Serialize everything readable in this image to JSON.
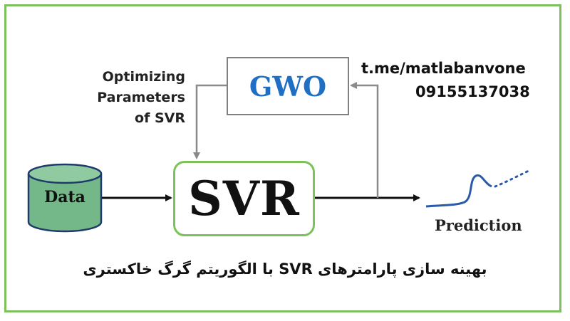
{
  "diagram": {
    "gwo_label": "GWO",
    "svr_label": "SVR",
    "data_label": "Data",
    "prediction_label": "Prediction",
    "optimizing_lines": [
      "Optimizing",
      "Parameters",
      "of SVR"
    ],
    "contact_link": "t.me/matlabanvone",
    "contact_phone": "09155137038",
    "caption": "بهینه سازی پارامترهای SVR با الگوریتم گرگ خاکستری"
  },
  "colors": {
    "frame_border": "#7cc15a",
    "gwo_text": "#1f6fc4",
    "cylinder_fill": "#74b88a",
    "prediction_line": "#2a5aa8"
  }
}
